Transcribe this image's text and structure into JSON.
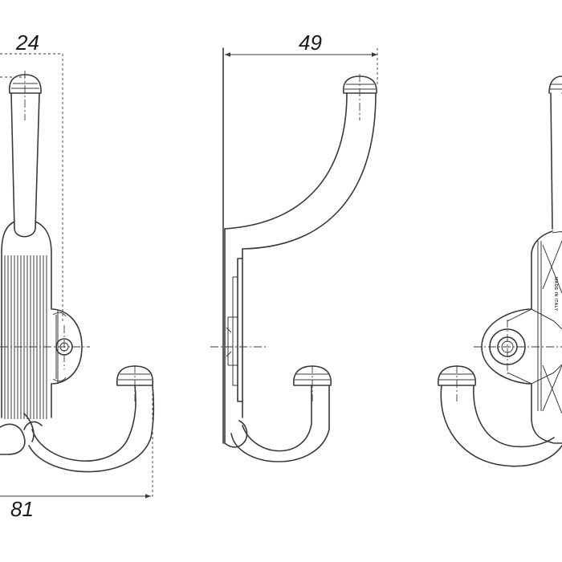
{
  "dimensions": {
    "top_width": "24",
    "depth": "49",
    "overall_width": "81"
  },
  "back_view": {
    "stamp_text": "MADE IN ITALY"
  },
  "colors": {
    "line": "#3a3a3a",
    "text": "#1a1a1a",
    "background": "#ffffff"
  }
}
